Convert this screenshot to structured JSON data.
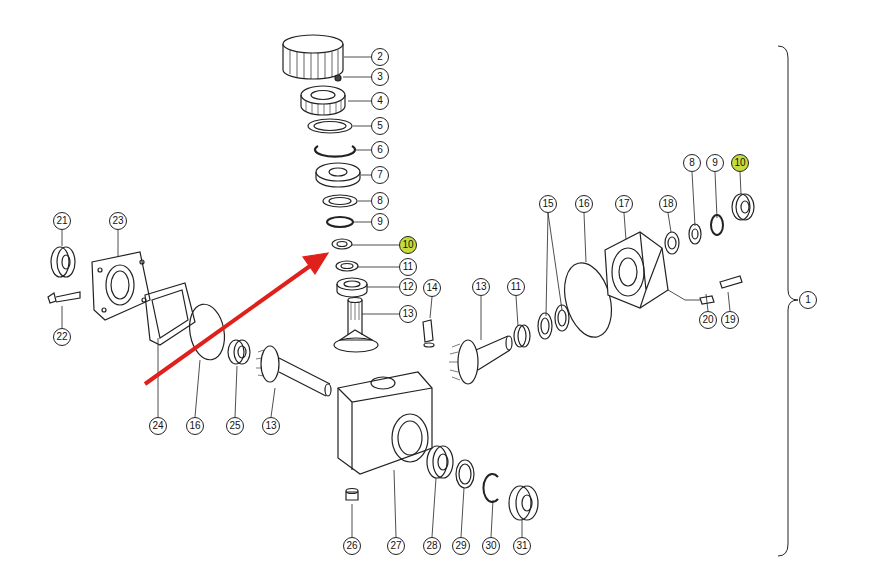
{
  "diagram": {
    "nodes": [
      {
        "text": [
          "2"
        ]
      },
      {
        "text": [
          "3"
        ]
      },
      {
        "text": [
          "4"
        ]
      },
      {
        "text": [
          "5"
        ]
      },
      {
        "text": [
          "6"
        ]
      },
      {
        "text": [
          "7"
        ]
      },
      {
        "text": [
          "8"
        ]
      },
      {
        "text": [
          "9"
        ]
      },
      {
        "text": [
          "10"
        ]
      },
      {
        "text": [
          "11"
        ]
      },
      {
        "text": [
          "12"
        ]
      },
      {
        "text": [
          "13"
        ]
      },
      {
        "text": [
          "14"
        ]
      },
      {
        "text": [
          "13"
        ]
      },
      {
        "text": [
          "11"
        ]
      },
      {
        "text": [
          "15"
        ]
      },
      {
        "text": [
          "16"
        ]
      },
      {
        "text": [
          "17"
        ]
      },
      {
        "text": [
          "18"
        ]
      },
      {
        "text": [
          "8"
        ]
      },
      {
        "text": [
          "9"
        ]
      },
      {
        "text": [
          "10"
        ]
      },
      {
        "text": [
          "21"
        ]
      },
      {
        "text": [
          "23"
        ]
      },
      {
        "text": [
          "22"
        ]
      },
      {
        "text": [
          "24"
        ]
      },
      {
        "text": [
          "16"
        ]
      },
      {
        "text": [
          "25"
        ]
      },
      {
        "text": [
          "13"
        ]
      },
      {
        "text": [
          "26"
        ]
      },
      {
        "text": [
          "27"
        ]
      },
      {
        "text": [
          "28"
        ]
      },
      {
        "text": [
          "29"
        ]
      },
      {
        "text": [
          "30"
        ]
      },
      {
        "text": [
          "31"
        ]
      },
      {
        "text": [
          "20"
        ]
      },
      {
        "text": [
          "19"
        ]
      },
      {
        "text": [
          "1"
        ]
      }
    ]
  }
}
